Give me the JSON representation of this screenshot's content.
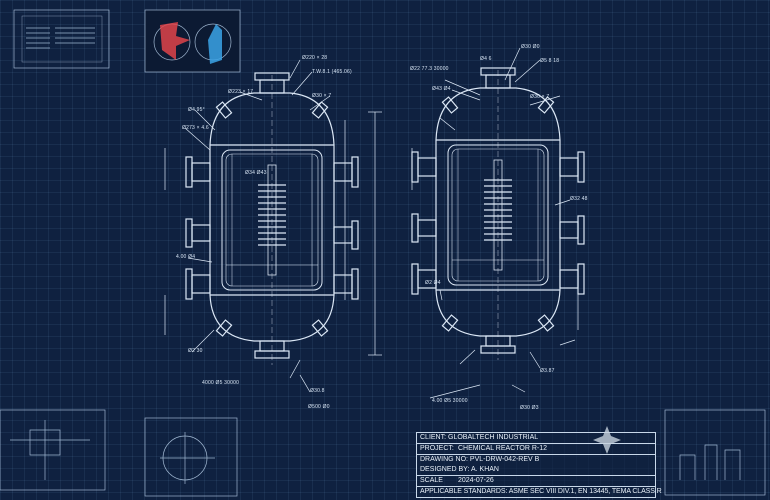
{
  "title_block": {
    "client_label": "CLIENT:",
    "client": "GLOBALTECH INDUSTRIAL",
    "project_label": "PROJECT:",
    "project": "CHEMICAL REACTOR R-12",
    "drawing_label": "DRAWING NO:",
    "drawing": "PVL-DRW-042-REV B",
    "designer_label": "DESIGNED BY:",
    "designer": "A. KHAN",
    "scale_label": "SCALE",
    "scale": "2024-07-26",
    "standards_label": "APPLICABLE STANDARDS:",
    "standards": "ASME SEC VIII DIV.1, EN 13445, TEMA CLASS R"
  },
  "labels": [
    "Ø220 × 28",
    "T.W.8.1 (465.06)",
    "Ø223 × 17",
    "Ø30 × 7",
    "Ø4 95°",
    "Ø273 × 4.6",
    "Ø34 Ø43",
    "4.00 Ø4",
    "Ø2 30",
    "4000 Ø5 30000",
    "Ø30.8",
    "Ø500 Ø0",
    "Ø22 77.3 30000",
    "Ø4 6",
    "Ø30 Ø0",
    "Ø5 8 18",
    "Ø30 × 7",
    "Ø43 Ø4",
    "Ø32 48",
    "Ø2 Ø4",
    "4.00 Ø5 30000",
    "Ø3.87",
    "Ø30 Ø3"
  ],
  "colors": {
    "background": "#0f2140",
    "line": "#dce8f6",
    "accent_red": "#e0444a",
    "accent_blue": "#3ba4e8"
  }
}
